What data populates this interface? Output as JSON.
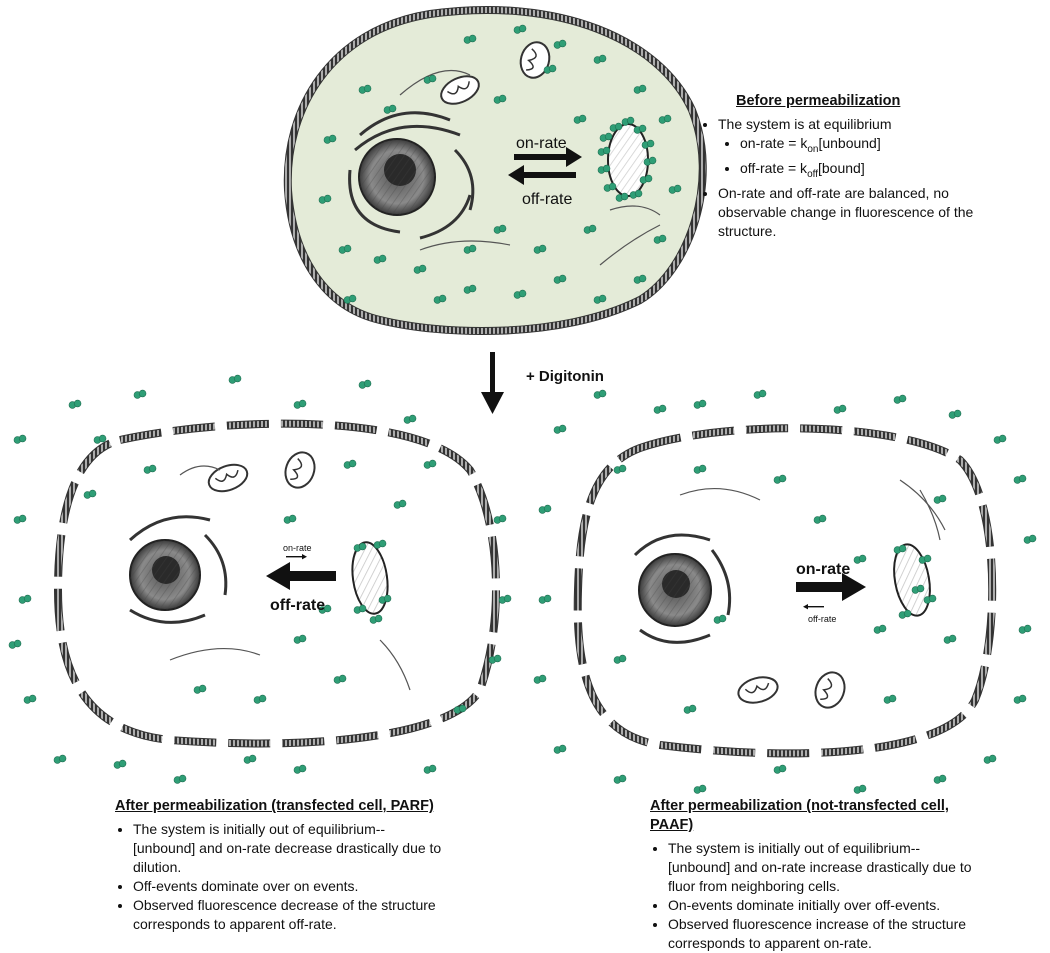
{
  "colors": {
    "cytoplasm": "#e4ebd8",
    "membrane": "#333333",
    "dot": "#2f9e76",
    "ink": "#222222"
  },
  "top_cell": {
    "arrow_top_label": "on-rate",
    "arrow_bottom_label": "off-rate",
    "note": {
      "heading": "Before permeabilization",
      "bullet1": "The system is at equilibrium",
      "sub1_prefix": "on-rate = k",
      "sub1_subscript": "on",
      "sub1_suffix": "[unbound]",
      "sub2_prefix": "off-rate = k",
      "sub2_subscript": "off",
      "sub2_suffix": "[bound]",
      "bullet2": "On-rate and off-rate are balanced, no observable change in fluorescence of the structure."
    }
  },
  "transition": {
    "label": "+ Digitonin"
  },
  "left_cell": {
    "small_label": "on-rate",
    "big_label": "off-rate",
    "note": {
      "heading": "After permeabilization (transfected cell, PARF)",
      "bullets": [
        "The system is initially out of equilibrium--[unbound] and on-rate decrease drastically due to dilution.",
        "Off-events dominate over on events.",
        "Observed fluorescence decrease of the structure corresponds to apparent off-rate."
      ]
    }
  },
  "right_cell": {
    "big_label": "on-rate",
    "small_label": "off-rate",
    "note": {
      "heading": "After permeabilization (not-transfected cell, PAAF)",
      "bullets": [
        "The system is initially out of equilibrium--[unbound] and on-rate increase drastically due to fluor from neighboring cells.",
        "On-events dominate initially over off-events.",
        "Observed fluorescence increase of the structure corresponds to apparent on-rate."
      ]
    }
  }
}
